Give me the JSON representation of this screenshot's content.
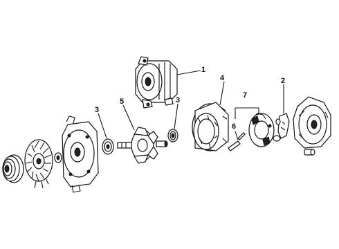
{
  "diagram": {
    "callouts": [
      {
        "id": "alternator-assembly",
        "label": "1"
      },
      {
        "id": "brush-holder",
        "label": "2"
      },
      {
        "id": "bearing-front",
        "label": "3"
      },
      {
        "id": "bearing-rear",
        "label": "3"
      },
      {
        "id": "stator",
        "label": "4"
      },
      {
        "id": "rotor",
        "label": "5"
      },
      {
        "id": "brush",
        "label": "6"
      },
      {
        "id": "brush-set",
        "label": "7"
      }
    ]
  }
}
